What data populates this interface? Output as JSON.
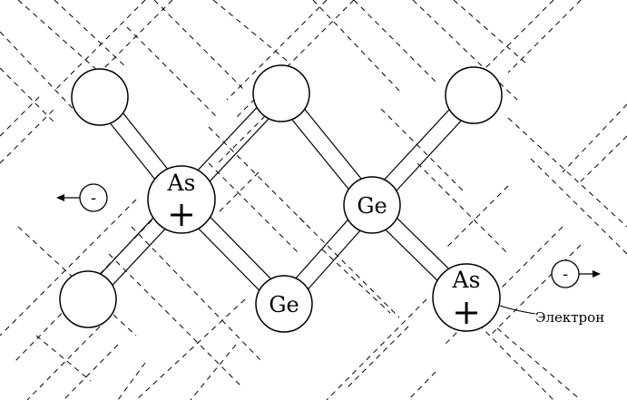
{
  "atoms": [
    {
      "id": "atom-top-left",
      "label": "",
      "charge": ""
    },
    {
      "id": "atom-top-mid",
      "label": "",
      "charge": ""
    },
    {
      "id": "atom-top-right",
      "label": "",
      "charge": ""
    },
    {
      "id": "atom-as-1",
      "label": "As",
      "charge": "+"
    },
    {
      "id": "atom-ge-1",
      "label": "Ge",
      "charge": ""
    },
    {
      "id": "atom-bottom-left",
      "label": "",
      "charge": ""
    },
    {
      "id": "atom-ge-2",
      "label": "Ge",
      "charge": ""
    },
    {
      "id": "atom-as-2",
      "label": "As",
      "charge": "+"
    }
  ],
  "electrons": [
    {
      "id": "electron-left",
      "symbol": "-",
      "direction": "left"
    },
    {
      "id": "electron-right",
      "symbol": "-",
      "direction": "right"
    }
  ],
  "annotation": {
    "text": "Электрон"
  },
  "colors": {
    "stroke": "#000000",
    "background": "#ffffff"
  }
}
